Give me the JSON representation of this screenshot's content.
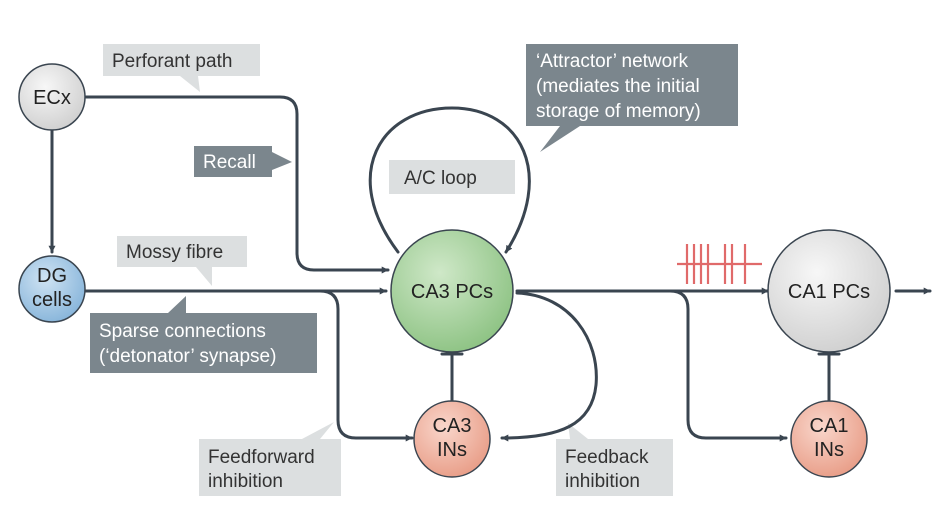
{
  "nodes": {
    "ecx": {
      "label": "ECx"
    },
    "dg": {
      "line1": "DG",
      "line2": "cells"
    },
    "ca3_pcs": {
      "label": "CA3 PCs"
    },
    "ca3_ins": {
      "line1": "CA3",
      "line2": "INs"
    },
    "ca1_pcs": {
      "label": "CA1 PCs"
    },
    "ca1_ins": {
      "line1": "CA1",
      "line2": "INs"
    }
  },
  "callouts": {
    "perforant_path": "Perforant path",
    "recall": "Recall",
    "mossy_fibre": "Mossy fibre",
    "sparse_line1": "Sparse connections",
    "sparse_line2": "(‘detonator’ synapse)",
    "attractor_line1": "‘Attractor’ network",
    "attractor_line2": "(mediates the initial",
    "attractor_line3": "storage of memory)",
    "ac_loop": "A/C loop",
    "feedforward_line1": "Feedforward",
    "feedforward_line2": "inhibition",
    "feedback_line1": "Feedback",
    "feedback_line2": "inhibition"
  },
  "colors": {
    "line": "#3a4550",
    "light_callout": "#dcdfe0",
    "dark_callout": "#7b868d",
    "spike": "#e06a6a",
    "grey_node": "#e4e4e4",
    "blue_node": "#a9cbe6",
    "green_node": "#a8d3a0",
    "red_node": "#f0b7a6"
  }
}
